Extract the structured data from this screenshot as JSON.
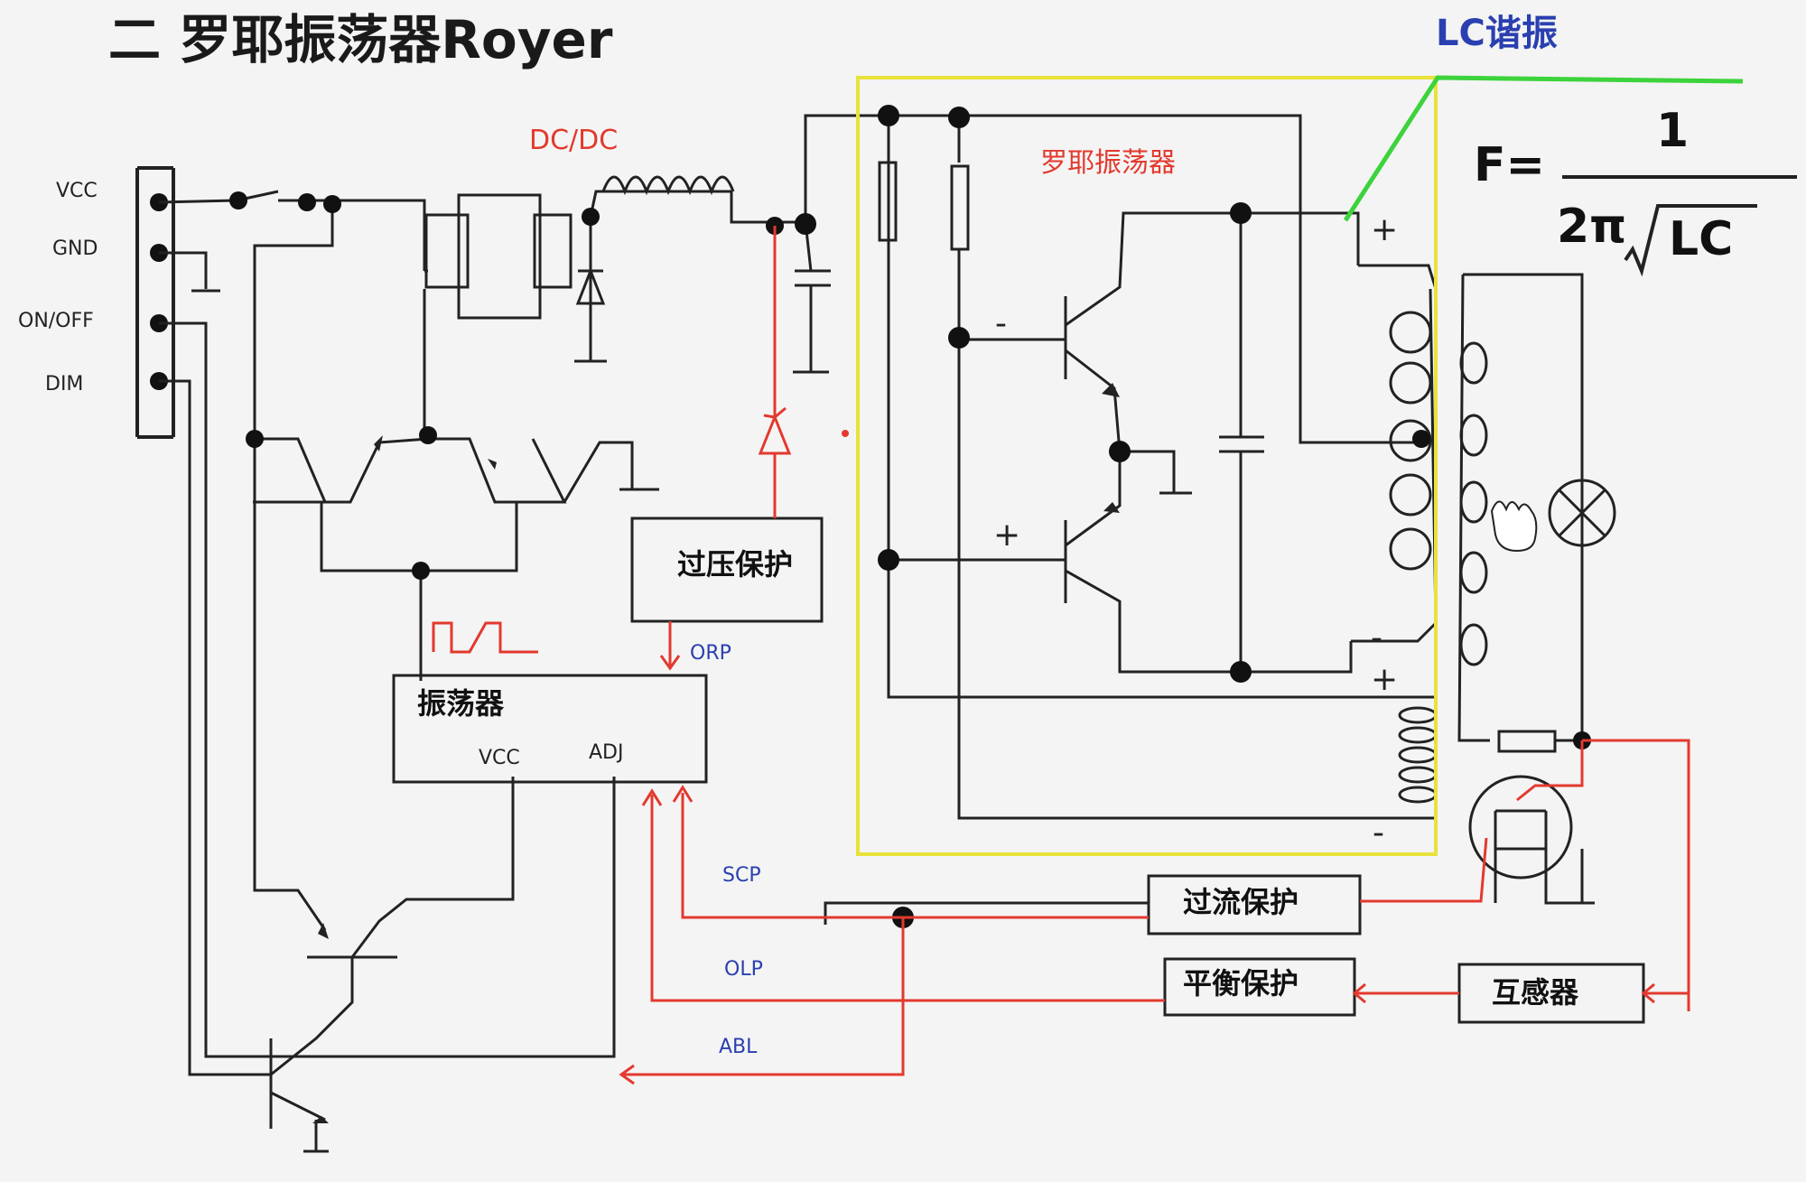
{
  "title": "二  罗耶振荡器Royer",
  "lc_label": "LC谐振",
  "dcdc_label": "DC/DC",
  "royer_label": "罗耶振荡器",
  "pins": {
    "vcc": "VCC",
    "gnd": "GND",
    "onoff": "ON/OFF",
    "dim": "DIM"
  },
  "boxes": {
    "ovp": "过压保护",
    "oscillator": "振荡器",
    "osc_vcc": "VCC",
    "osc_adj": "ADJ",
    "ocp": "过流保护",
    "balance": "平衡保护",
    "transformer": "互感器"
  },
  "signals": {
    "orp": "ORP",
    "scp": "SCP",
    "olp": "OLP",
    "abl": "ABL"
  },
  "formula": {
    "lhs": "F=",
    "numerator": "1",
    "two_pi": "2π",
    "lc": "LC"
  },
  "signs": {
    "plus": "+",
    "minus": "-"
  },
  "colors": {
    "wire": "#222222",
    "red": "#e3392e",
    "yellow": "#e8e23a",
    "green": "#3cd33c",
    "blue": "#2a3fb0"
  }
}
